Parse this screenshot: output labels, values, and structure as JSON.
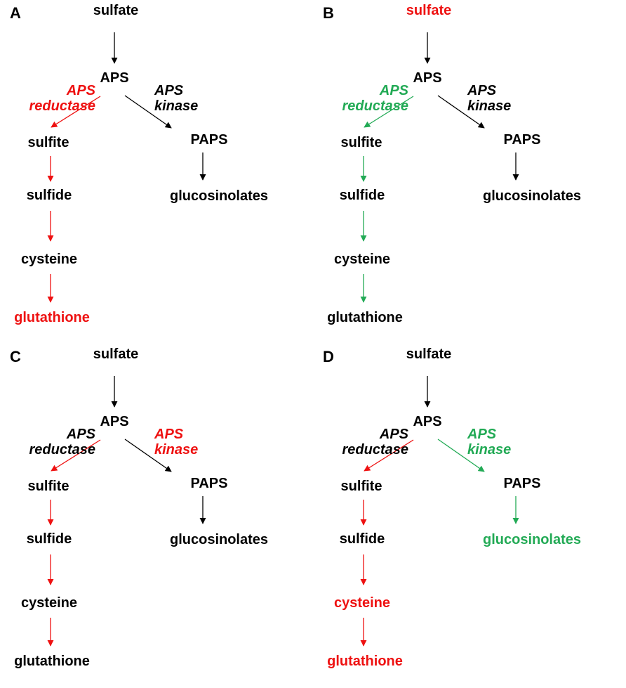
{
  "colors": {
    "black": "#000000",
    "red": "#ee1111",
    "green": "#22aa55"
  },
  "panels": [
    {
      "letter": "A",
      "nodes": {
        "sulfate": {
          "text": "sulfate",
          "color": "black"
        },
        "aps": {
          "text": "APS",
          "color": "black"
        },
        "sulfite": {
          "text": "sulfite",
          "color": "black"
        },
        "sulfide": {
          "text": "sulfide",
          "color": "black"
        },
        "cysteine": {
          "text": "cysteine",
          "color": "black"
        },
        "glutathione": {
          "text": "glutathione",
          "color": "red"
        },
        "paps": {
          "text": "PAPS",
          "color": "black"
        },
        "glucosinolates": {
          "text": "glucosinolates",
          "color": "black"
        }
      },
      "enzymes": {
        "reductase": {
          "line1": "APS",
          "line2": "reductase",
          "color": "red"
        },
        "kinase": {
          "line1": "APS",
          "line2": "kinase",
          "color": "black"
        }
      },
      "arrows": {
        "sulfate_aps": "black",
        "aps_sulfite": "red",
        "sulfite_sulfide": "red",
        "sulfide_cysteine": "red",
        "cysteine_glutathione": "red",
        "aps_paps": "black",
        "paps_glucosinolates": "black"
      }
    },
    {
      "letter": "B",
      "nodes": {
        "sulfate": {
          "text": "sulfate",
          "color": "red"
        },
        "aps": {
          "text": "APS",
          "color": "black"
        },
        "sulfite": {
          "text": "sulfite",
          "color": "black"
        },
        "sulfide": {
          "text": "sulfide",
          "color": "black"
        },
        "cysteine": {
          "text": "cysteine",
          "color": "black"
        },
        "glutathione": {
          "text": "glutathione",
          "color": "black"
        },
        "paps": {
          "text": "PAPS",
          "color": "black"
        },
        "glucosinolates": {
          "text": "glucosinolates",
          "color": "black"
        }
      },
      "enzymes": {
        "reductase": {
          "line1": "APS",
          "line2": "reductase",
          "color": "green"
        },
        "kinase": {
          "line1": "APS",
          "line2": "kinase",
          "color": "black"
        }
      },
      "arrows": {
        "sulfate_aps": "black",
        "aps_sulfite": "green",
        "sulfite_sulfide": "green",
        "sulfide_cysteine": "green",
        "cysteine_glutathione": "green",
        "aps_paps": "black",
        "paps_glucosinolates": "black"
      }
    },
    {
      "letter": "C",
      "nodes": {
        "sulfate": {
          "text": "sulfate",
          "color": "black"
        },
        "aps": {
          "text": "APS",
          "color": "black"
        },
        "sulfite": {
          "text": "sulfite",
          "color": "black"
        },
        "sulfide": {
          "text": "sulfide",
          "color": "black"
        },
        "cysteine": {
          "text": "cysteine",
          "color": "black"
        },
        "glutathione": {
          "text": "glutathione",
          "color": "black"
        },
        "paps": {
          "text": "PAPS",
          "color": "black"
        },
        "glucosinolates": {
          "text": "glucosinolates",
          "color": "black"
        }
      },
      "enzymes": {
        "reductase": {
          "line1": "APS",
          "line2": "reductase",
          "color": "black"
        },
        "kinase": {
          "line1": "APS",
          "line2": "kinase",
          "color": "red"
        }
      },
      "arrows": {
        "sulfate_aps": "black",
        "aps_sulfite": "red",
        "sulfite_sulfide": "red",
        "sulfide_cysteine": "red",
        "cysteine_glutathione": "red",
        "aps_paps": "black",
        "paps_glucosinolates": "black"
      }
    },
    {
      "letter": "D",
      "nodes": {
        "sulfate": {
          "text": "sulfate",
          "color": "black"
        },
        "aps": {
          "text": "APS",
          "color": "black"
        },
        "sulfite": {
          "text": "sulfite",
          "color": "black"
        },
        "sulfide": {
          "text": "sulfide",
          "color": "black"
        },
        "cysteine": {
          "text": "cysteine",
          "color": "red"
        },
        "glutathione": {
          "text": "glutathione",
          "color": "red"
        },
        "paps": {
          "text": "PAPS",
          "color": "black"
        },
        "glucosinolates": {
          "text": "glucosinolates",
          "color": "green"
        }
      },
      "enzymes": {
        "reductase": {
          "line1": "APS",
          "line2": "reductase",
          "color": "black"
        },
        "kinase": {
          "line1": "APS",
          "line2": "kinase",
          "color": "green"
        }
      },
      "arrows": {
        "sulfate_aps": "black",
        "aps_sulfite": "red",
        "sulfite_sulfide": "red",
        "sulfide_cysteine": "red",
        "cysteine_glutathione": "red",
        "aps_paps": "green",
        "paps_glucosinolates": "green"
      }
    }
  ]
}
